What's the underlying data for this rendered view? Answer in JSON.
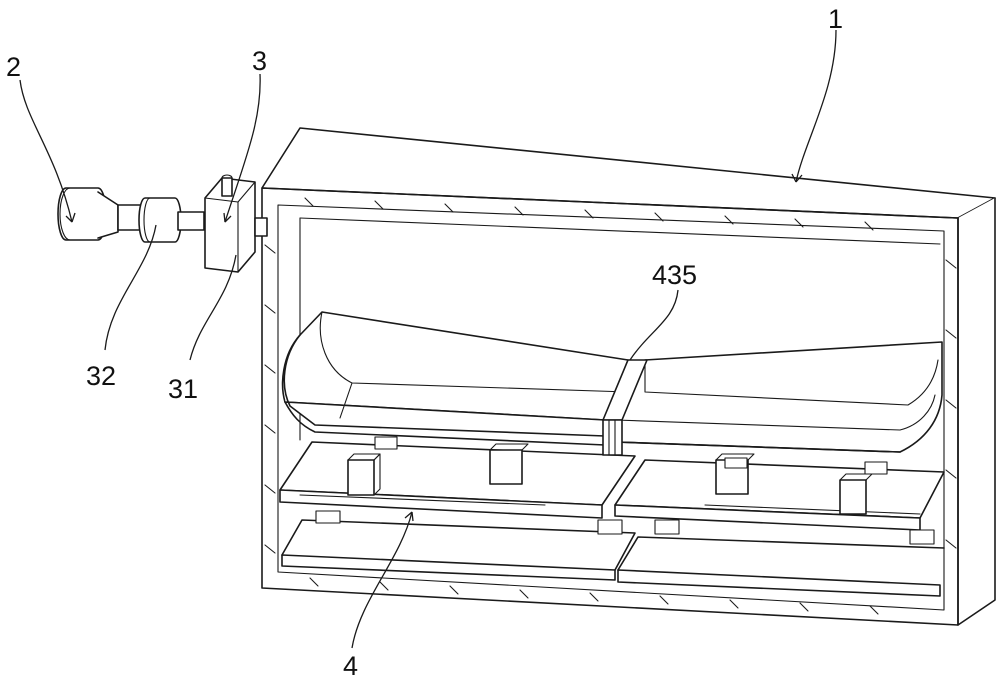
{
  "figure": {
    "callouts": [
      {
        "id": "c1",
        "label": "1"
      },
      {
        "id": "c2",
        "label": "2"
      },
      {
        "id": "c3",
        "label": "3"
      },
      {
        "id": "c31",
        "label": "31"
      },
      {
        "id": "c32",
        "label": "32"
      },
      {
        "id": "c4",
        "label": "4"
      },
      {
        "id": "c435",
        "label": "435"
      }
    ]
  }
}
